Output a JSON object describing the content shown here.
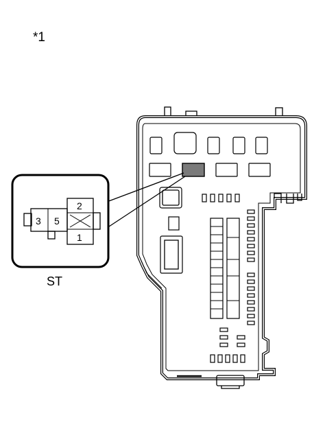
{
  "figure": {
    "reference_marker": "*1",
    "callout_label": "ST",
    "connector": {
      "pins": [
        {
          "name": "pin-3",
          "text": "3"
        },
        {
          "name": "pin-5",
          "text": "5"
        },
        {
          "name": "pin-2",
          "text": "2"
        },
        {
          "name": "pin-1",
          "text": "1"
        }
      ]
    }
  },
  "colors": {
    "line": "#000000",
    "highlight": "#7a7a7a",
    "background": "#ffffff"
  }
}
